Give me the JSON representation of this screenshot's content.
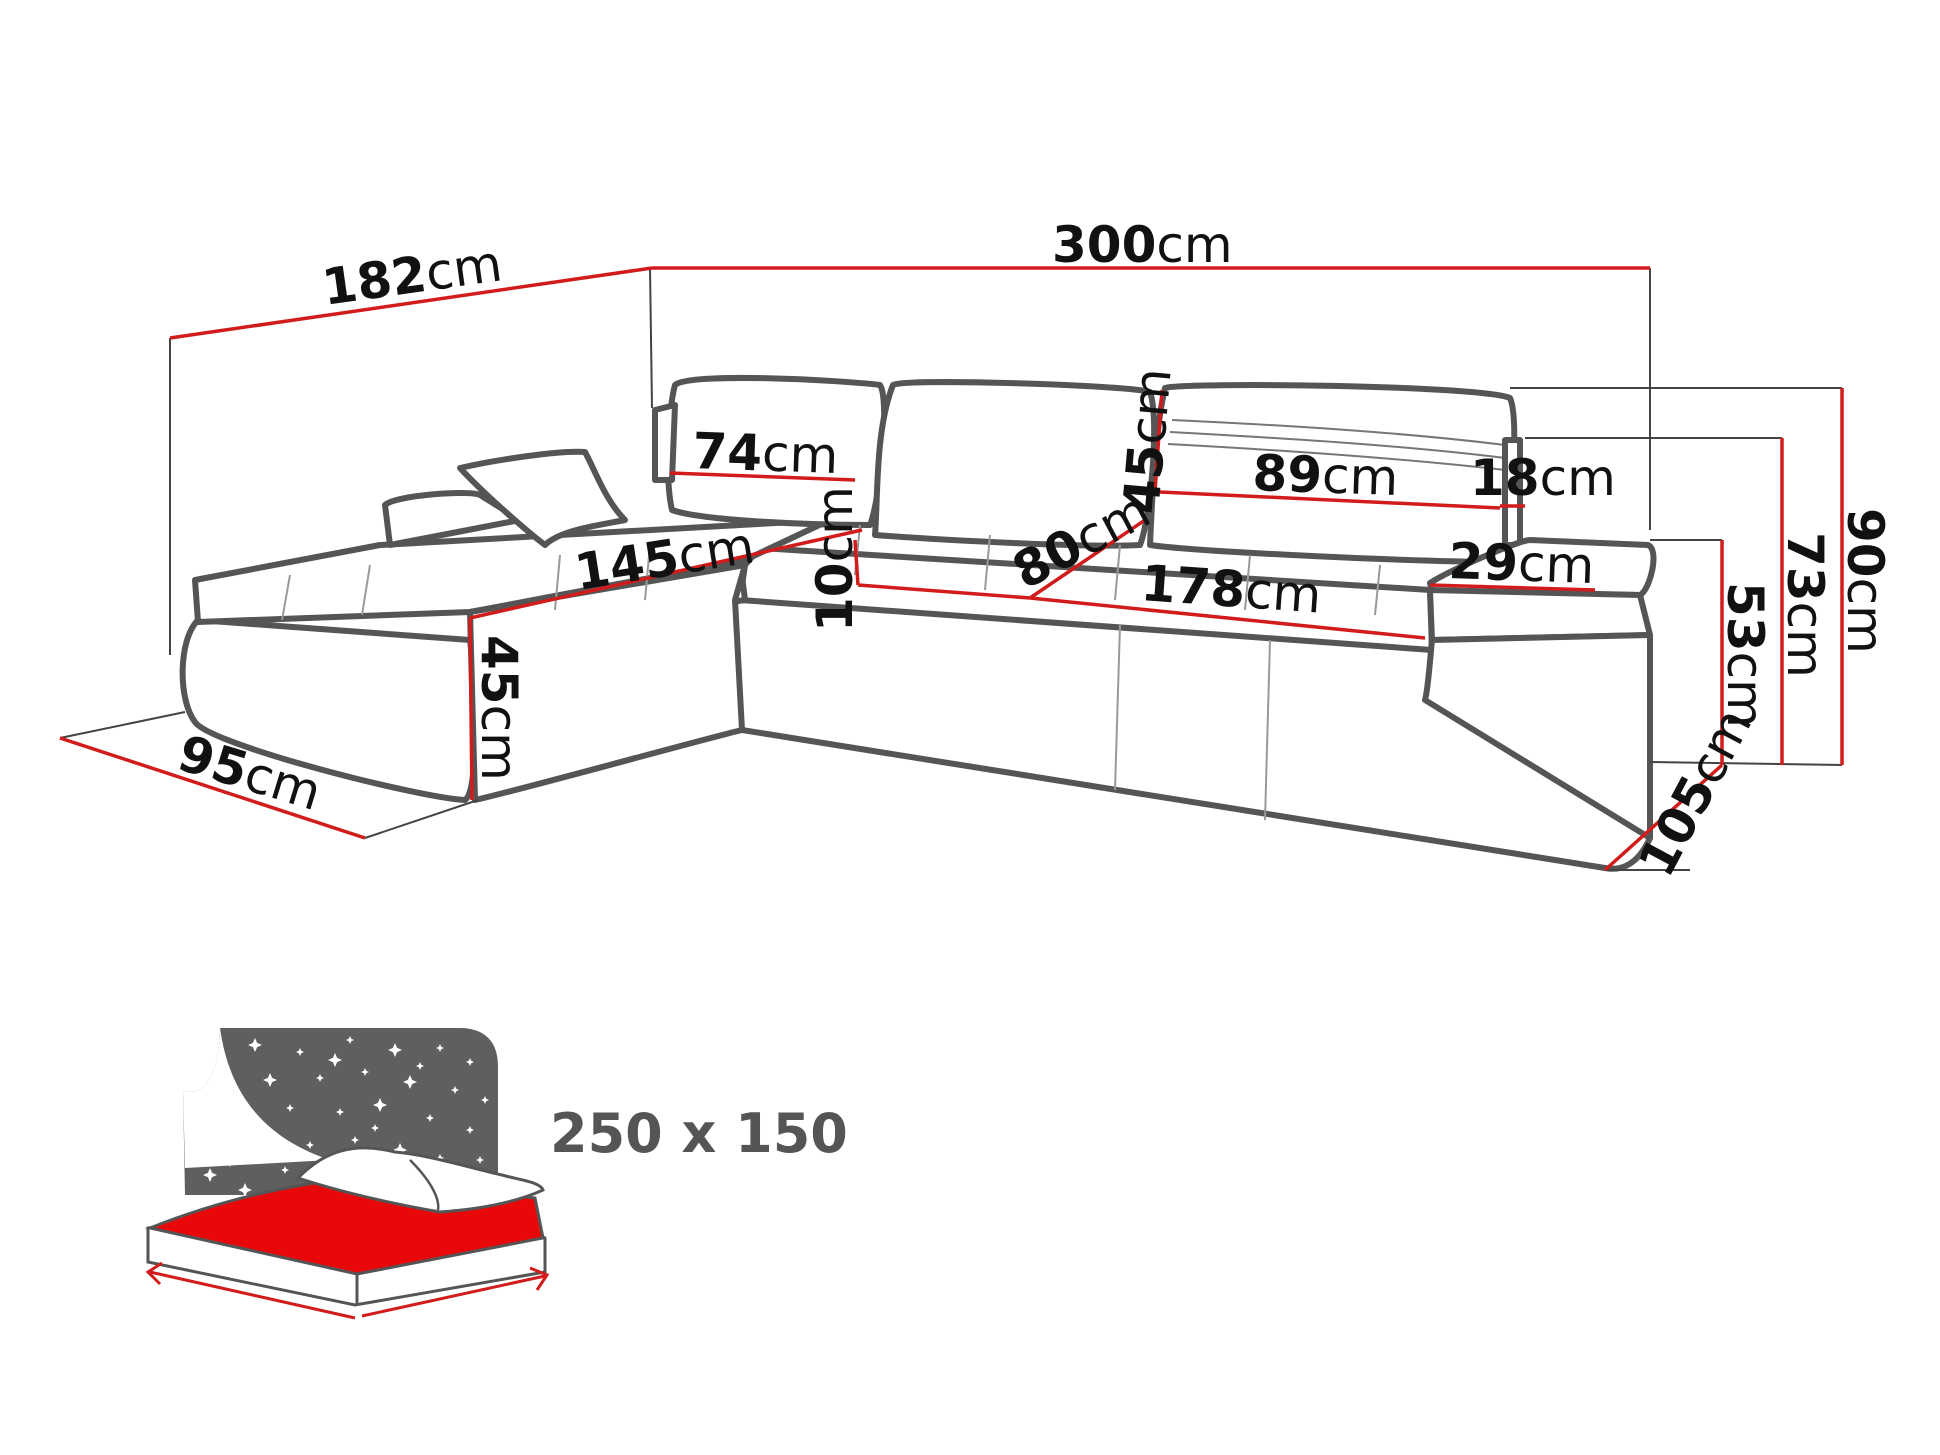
{
  "dimensions": {
    "d182": {
      "num": "182",
      "unit": "cm"
    },
    "d300": {
      "num": "300",
      "unit": "cm"
    },
    "d74": {
      "num": "74",
      "unit": "cm"
    },
    "d145": {
      "num": "145",
      "unit": "cm"
    },
    "d45_chaise": {
      "num": "45",
      "unit": "cm"
    },
    "d95": {
      "num": "95",
      "unit": "cm"
    },
    "d10": {
      "num": "10",
      "unit": "cm"
    },
    "d80": {
      "num": "80",
      "unit": "cm"
    },
    "d45_back": {
      "num": "45",
      "unit": "cm"
    },
    "d89": {
      "num": "89",
      "unit": "cm"
    },
    "d178": {
      "num": "178",
      "unit": "cm"
    },
    "d18": {
      "num": "18",
      "unit": "cm"
    },
    "d29": {
      "num": "29",
      "unit": "cm"
    },
    "d105": {
      "num": "105",
      "unit": "cm"
    },
    "d53": {
      "num": "53",
      "unit": "cm"
    },
    "d73": {
      "num": "73",
      "unit": "cm"
    },
    "d90": {
      "num": "90",
      "unit": "cm"
    }
  },
  "sleeping_area": {
    "label": "250 x 150"
  },
  "colors": {
    "measure_line": "#d21c1c",
    "outline": "#555555",
    "mattress": "#e8080a",
    "night_panel": "#5f5f5f"
  },
  "icons": [
    "sofa-outline",
    "bed-function-icon"
  ]
}
